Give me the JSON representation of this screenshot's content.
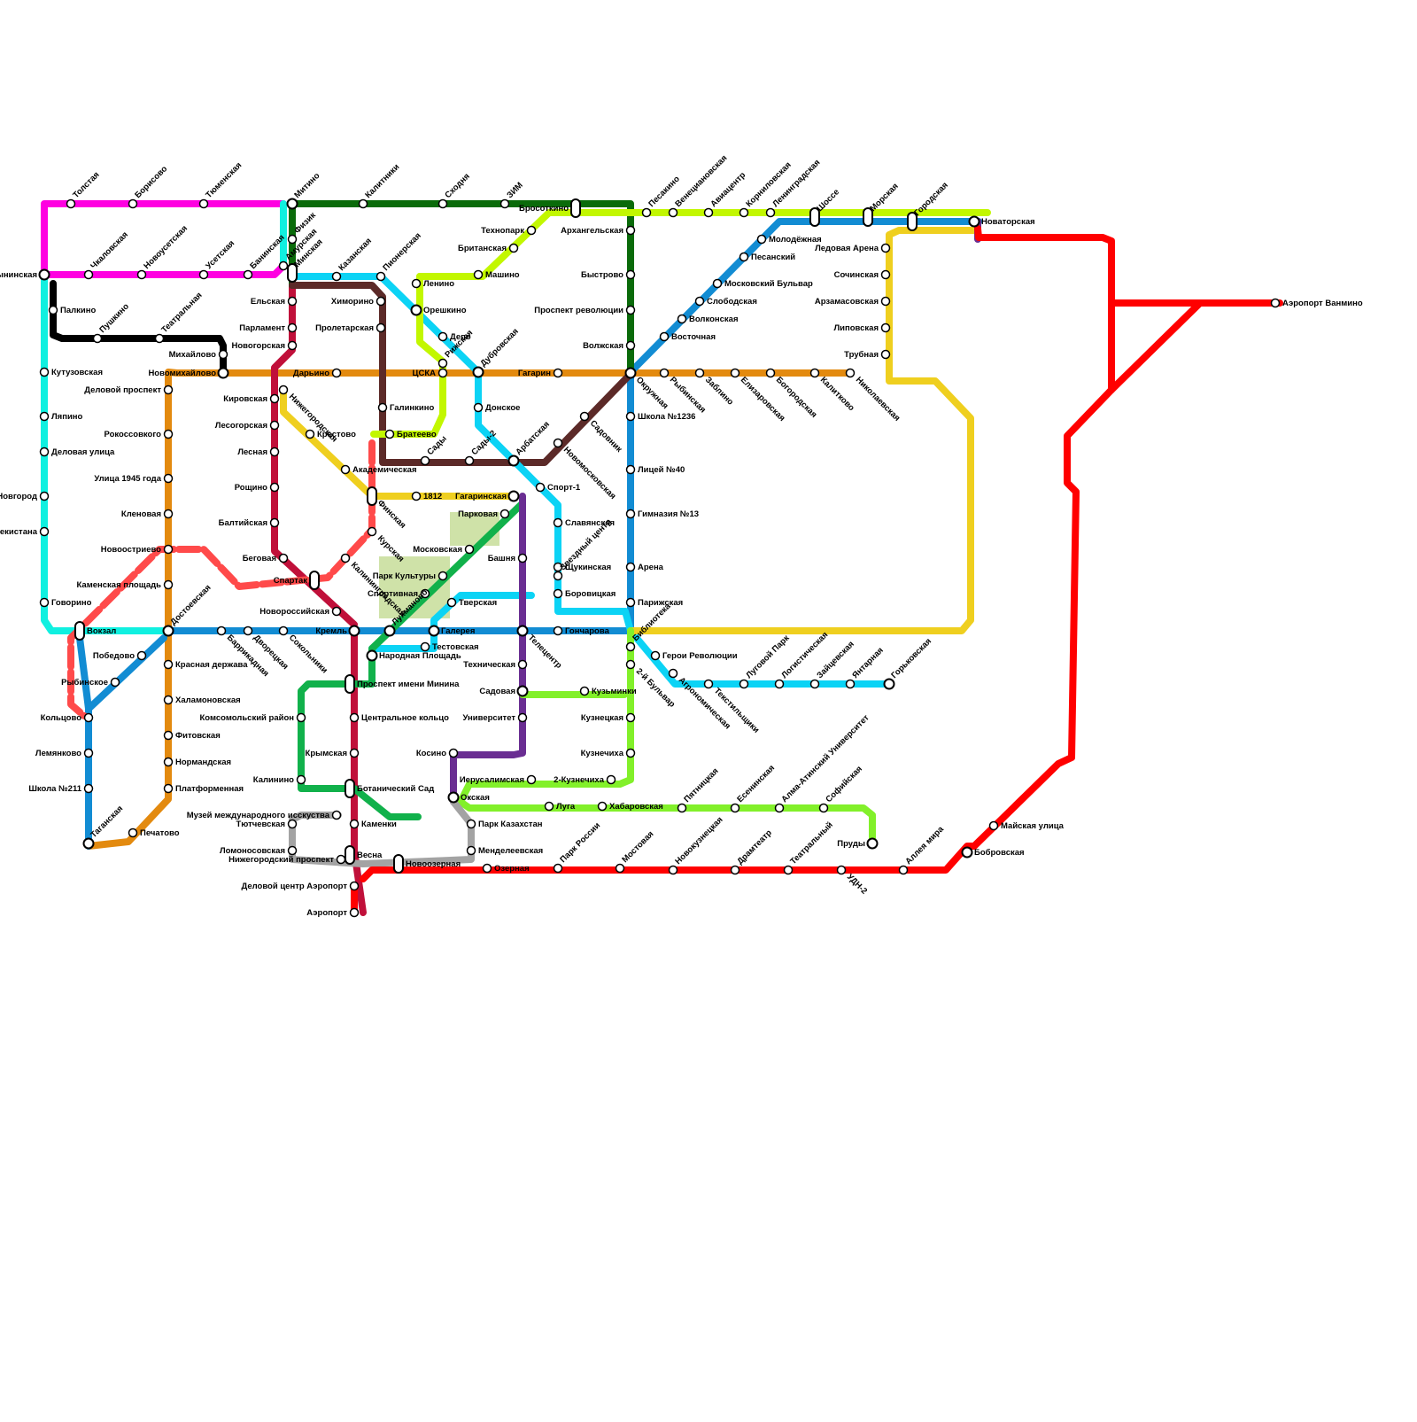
{
  "map": {
    "title": "",
    "colors": {
      "magenta": "#FF00E1",
      "cyan_light": "#10F0E0",
      "black": "#000000",
      "orange": "#E38A0F",
      "blue": "#128CD3",
      "crimson": "#C0103A",
      "dark_green": "#0A6B0A",
      "brown": "#5C2A28",
      "sky": "#0CD3F5",
      "lime": "#C2F700",
      "yellow": "#EFCF1F",
      "coral": "#FF4A4A",
      "green": "#11B14B",
      "purple": "#6A2E92",
      "light_green": "#82F02A",
      "grey": "#A3A3A3",
      "red": "#FF0000",
      "park": "#CFE2A8"
    },
    "stations": [
      "Толстая",
      "Борисово",
      "Тюменская",
      "Митино",
      "Калитники",
      "Сходня",
      "ЗИМ",
      "Новодобрынинская",
      "Чкаловская",
      "Новоусетская",
      "Усетская",
      "Банинская",
      "Физик",
      "Амурская",
      "Минская",
      "Казанская",
      "Пионерская",
      "Бросоткино",
      "Технопарк",
      "Британская",
      "Архангельская",
      "Машино",
      "Ленино",
      "Орешкино",
      "Депо",
      "Рижская",
      "Дубровская",
      "Палкино",
      "Пушкино",
      "Театральная",
      "Ельская",
      "Химорино",
      "Парламент",
      "Пролетарская",
      "Новогорская",
      "Михайлово",
      "Новомихайлово",
      "Дарьино",
      "ЦСКА",
      "Гагарин",
      "Кутузовская",
      "Деловой проспект",
      "Кировская",
      "Нижегородская",
      "Галинкино",
      "Донское",
      "Быстрово",
      "Проспект революции",
      "Волжская",
      "Лесогорская",
      "Лесная",
      "Крестово",
      "Братеево",
      "Сады",
      "Сады-2",
      "Арбатская",
      "Садовник",
      "Новомосковская",
      "Ляпино",
      "Рокоссовкого",
      "Академическая",
      "Деловая улица",
      "Улица 1945 года",
      "Рощино",
      "1812",
      "Гагаринская",
      "Спорт-1",
      "Нижний Новгород",
      "Кленовая",
      "Балтийская",
      "Финская",
      "Курская",
      "Парковая",
      "Славянская",
      "Площадь Узбекистана",
      "Новоостриево",
      "Беговая",
      "Калининградская",
      "Московская",
      "Башня",
      "Звездный центр",
      "Каменская площадь",
      "Спартак",
      "Парк Культуры",
      "Щукинская",
      "Говорино",
      "Достоевская",
      "Спортивная",
      "Тверская",
      "Боровицкая",
      "Новороссийская",
      "Лухманово",
      "Вокзал",
      "Баррикадная",
      "Дворецкая",
      "Сокольники",
      "Кремль",
      "Галерея",
      "Гончарова",
      "Победово",
      "Народная Площадь",
      "Тестовская",
      "Рыбинское",
      "Красная держава",
      "Телецентр",
      "Техническая",
      "Библиотека",
      "Проспект имени Минина",
      "Садовая",
      "Кузьминки",
      "Кольцово",
      "Халамоновская",
      "Комсомольский район",
      "Центральное кольцо",
      "Университет",
      "Кузнецкая",
      "Лемянково",
      "Фитовская",
      "Крымская",
      "Косино",
      "Кузнечиха",
      "Нормандская",
      "Иерусалимская",
      "2-Кузнечиха",
      "Калинино",
      "Ботанический Сад",
      "Школа №211",
      "Платформенная",
      "Окская",
      "Луга",
      "Хабаровская",
      "Музей международного исскуства",
      "Тютчевская",
      "Каменки",
      "Парк Казахстан",
      "Таганская",
      "Печатово",
      "Ломоносовская",
      "Весна",
      "Менделеевская",
      "Нижегородский проспект",
      "Новоозерная",
      "Озерная",
      "Парк России",
      "Мостовая",
      "Деловой центр Аэропорт",
      "Аэропорт",
      "Песакино",
      "Венециановская",
      "Авиацентр",
      "Корниловская",
      "Ленинградская",
      "Шоссе",
      "Морская",
      "Городская",
      "Новаторская",
      "Молодёжная",
      "Ледовая Арена",
      "Песанский",
      "Сочинская",
      "Московский Бульвар",
      "Слободская",
      "Арзамасовская",
      "Волконская",
      "Липовская",
      "Восточная",
      "Трубная",
      "Окружная",
      "Рыбинская",
      "Заблино",
      "Елизаровская",
      "Богородская",
      "Калитково",
      "Николаевская",
      "Школа №1236",
      "Лицей №40",
      "Гимназия №13",
      "Арена",
      "Парижская",
      "Аэропорт Ванмино",
      "Герои Революции",
      "Агрономическая",
      "Текстильщики",
      "Луговой Парк",
      "Логистическая",
      "Зайцевская",
      "Янтарная",
      "Горьковская",
      "2-й Бульвар",
      "Пятницкая",
      "Есенинская",
      "Алма-Атинский Университет",
      "Софийская",
      "Пруды",
      "Майская улица",
      "Бобровская",
      "Новокузнецкая",
      "Драмтеатр",
      "Театральный",
      "УДН-2",
      "Аллея мира"
    ]
  }
}
